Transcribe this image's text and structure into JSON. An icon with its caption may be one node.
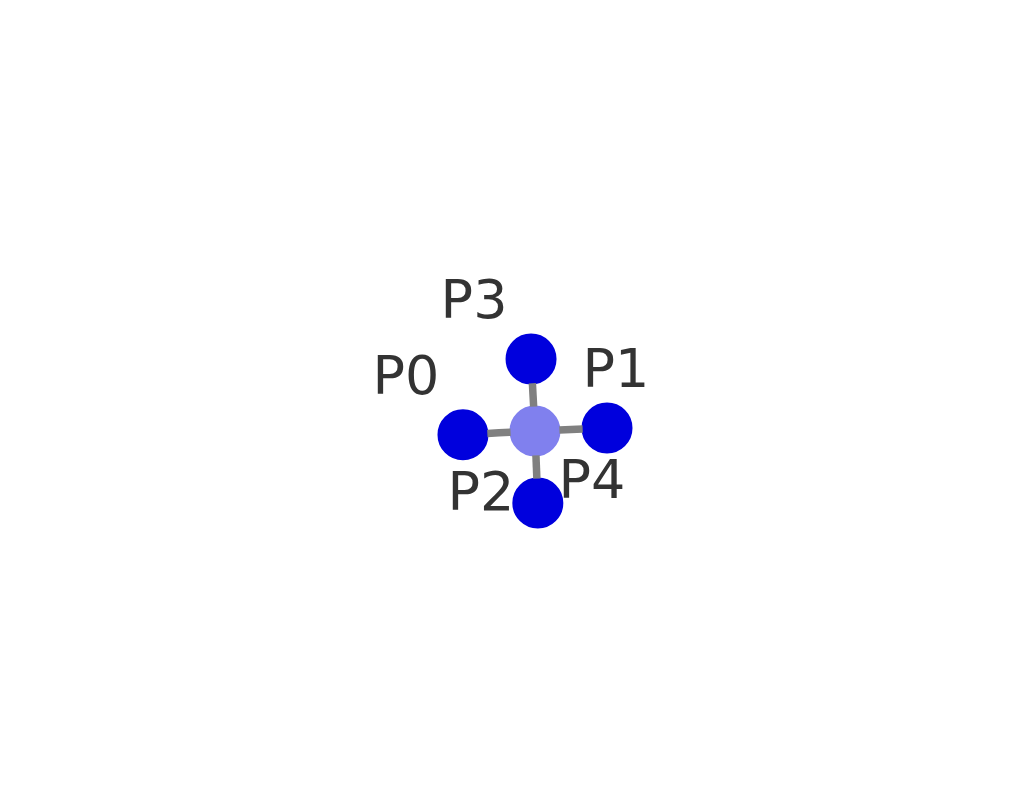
{
  "diagram": {
    "nodes": [
      {
        "text": [],
        "shape": "circle",
        "beside": [
          "P0"
        ]
      },
      {
        "text": [],
        "shape": "circle",
        "beside": [
          "P1"
        ]
      },
      {
        "text": [],
        "shape": "circle",
        "beside": [
          "P2"
        ]
      },
      {
        "text": [],
        "shape": "circle",
        "beside": [
          "P3"
        ]
      },
      {
        "text": [],
        "shape": "circle",
        "beside": [
          "P4"
        ]
      }
    ],
    "edges": [
      {
        "from": 4,
        "to": 0,
        "arrow": "none"
      },
      {
        "from": 4,
        "to": 1,
        "arrow": "none"
      },
      {
        "from": 4,
        "to": 2,
        "arrow": "none"
      },
      {
        "from": 4,
        "to": 3,
        "arrow": "none"
      }
    ]
  }
}
